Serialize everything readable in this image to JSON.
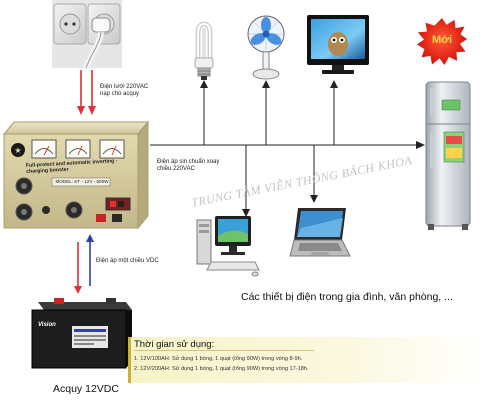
{
  "labels": {
    "grid_input": "Điện lưới 220VAC nạp cho acquy",
    "ac_output": "Điện áp sin chuẩn xoay chiều 220VAC",
    "dc_link": "Điện áp một chiều VDC",
    "devices": "Các thiết bị điện trong gia đình, văn phòng, ...",
    "battery": "Acquy 12VDC",
    "new_badge": "Mới",
    "watermark": "TRUNG TÂM VIỄN THÔNG BÁCH KHOA"
  },
  "device": {
    "panel_title": "Full-protect and automatic inverting - charging booster",
    "model": "MODEL: KT - 12V - 500W"
  },
  "battery_brand": "Vision",
  "usage": {
    "title": "Thời gian sử dụng:",
    "lines": [
      "1. 12V/100AH: Sử dụng 1 bóng, 1 quạt (tổng 90W) trong vòng 8-9h.",
      "2. 12V/200AH: Sử dụng 1 bóng, 1 quạt (tổng 90W) trong vòng 17-18h."
    ]
  },
  "colors": {
    "arrow_down_red": "#e0303a",
    "arrow_up_blue": "#2d3fa8",
    "badge_red": "#d4140a",
    "badge_text": "#ffd84a",
    "inverter_body": "#dcd3a8",
    "line": "#222222"
  }
}
